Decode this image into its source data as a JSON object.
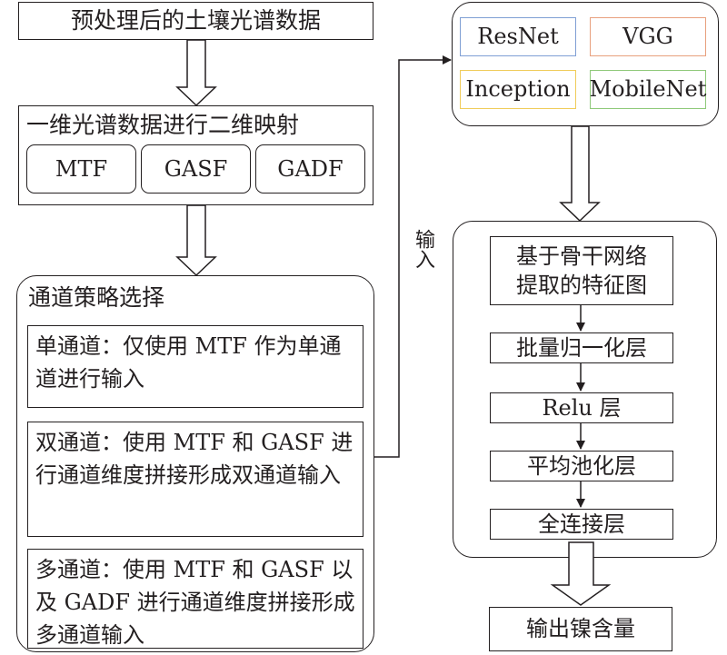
{
  "left": {
    "input_box": "预处理后的土壤光谱数据",
    "mapping": {
      "title": "一维光谱数据进行二维映射",
      "methods": [
        "MTF",
        "GASF",
        "GADF"
      ]
    },
    "channel_strategy": {
      "title": "通道策略选择",
      "options": [
        "单通道：仅使用 MTF 作为单通道进行输入",
        "双通道：使用 MTF 和 GASF 进行通道维度拼接形成双通道输入",
        "多通道：使用 MTF 和 GASF 以及 GADF 进行通道维度拼接形成多通道输入"
      ]
    }
  },
  "connector_label": "输入",
  "right": {
    "backbones": [
      {
        "name": "ResNet",
        "color": "#7f9fd4"
      },
      {
        "name": "VGG",
        "color": "#e8a07e"
      },
      {
        "name": "Inception",
        "color": "#f0cc5a"
      },
      {
        "name": "MobileNet",
        "color": "#8fc97a"
      }
    ],
    "head_layers": [
      "基于骨干网络提取的特征图",
      "批量归一化层",
      "Relu 层",
      "平均池化层",
      "全连接层"
    ],
    "output": "输出镍含量"
  }
}
